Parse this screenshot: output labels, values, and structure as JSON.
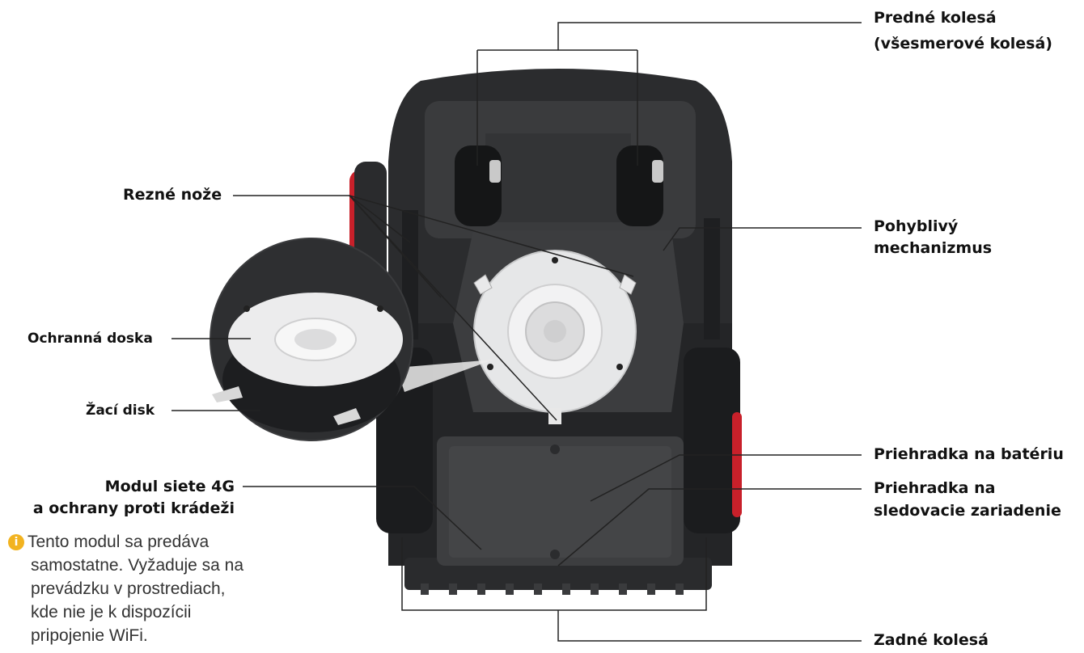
{
  "labels": {
    "front_wheels_l1": "Predné kolesá",
    "front_wheels_l2": "(všesmerové kolesá)",
    "blades": "Rezné nože",
    "moving_l1": "Pohyblivý",
    "moving_l2": "mechanizmus",
    "guard_plate": "Ochranná doska",
    "cutting_disc": "Žací disk",
    "battery": "Priehradka na batériu",
    "tracker_l1": "Priehradka na",
    "tracker_l2": "sledovacie zariadenie",
    "module_l1": "Modul siete 4G",
    "module_l2": "a ochrany proti krádeži",
    "rear_wheels": "Zadné kolesá"
  },
  "note": {
    "icon": "info-icon",
    "line1": "Tento modul sa predáva",
    "line2": "samostatne. Vyžaduje sa na",
    "line3": "prevádzku v prostrediach,",
    "line4": "kde nie je k dispozícii",
    "line5": "pripojenie WiFi."
  },
  "colors": {
    "body": "#2b2c2e",
    "body_dark": "#1b1c1e",
    "disc": "#e6e7e8",
    "accent": "#c8202a",
    "info": "#f2b320"
  }
}
